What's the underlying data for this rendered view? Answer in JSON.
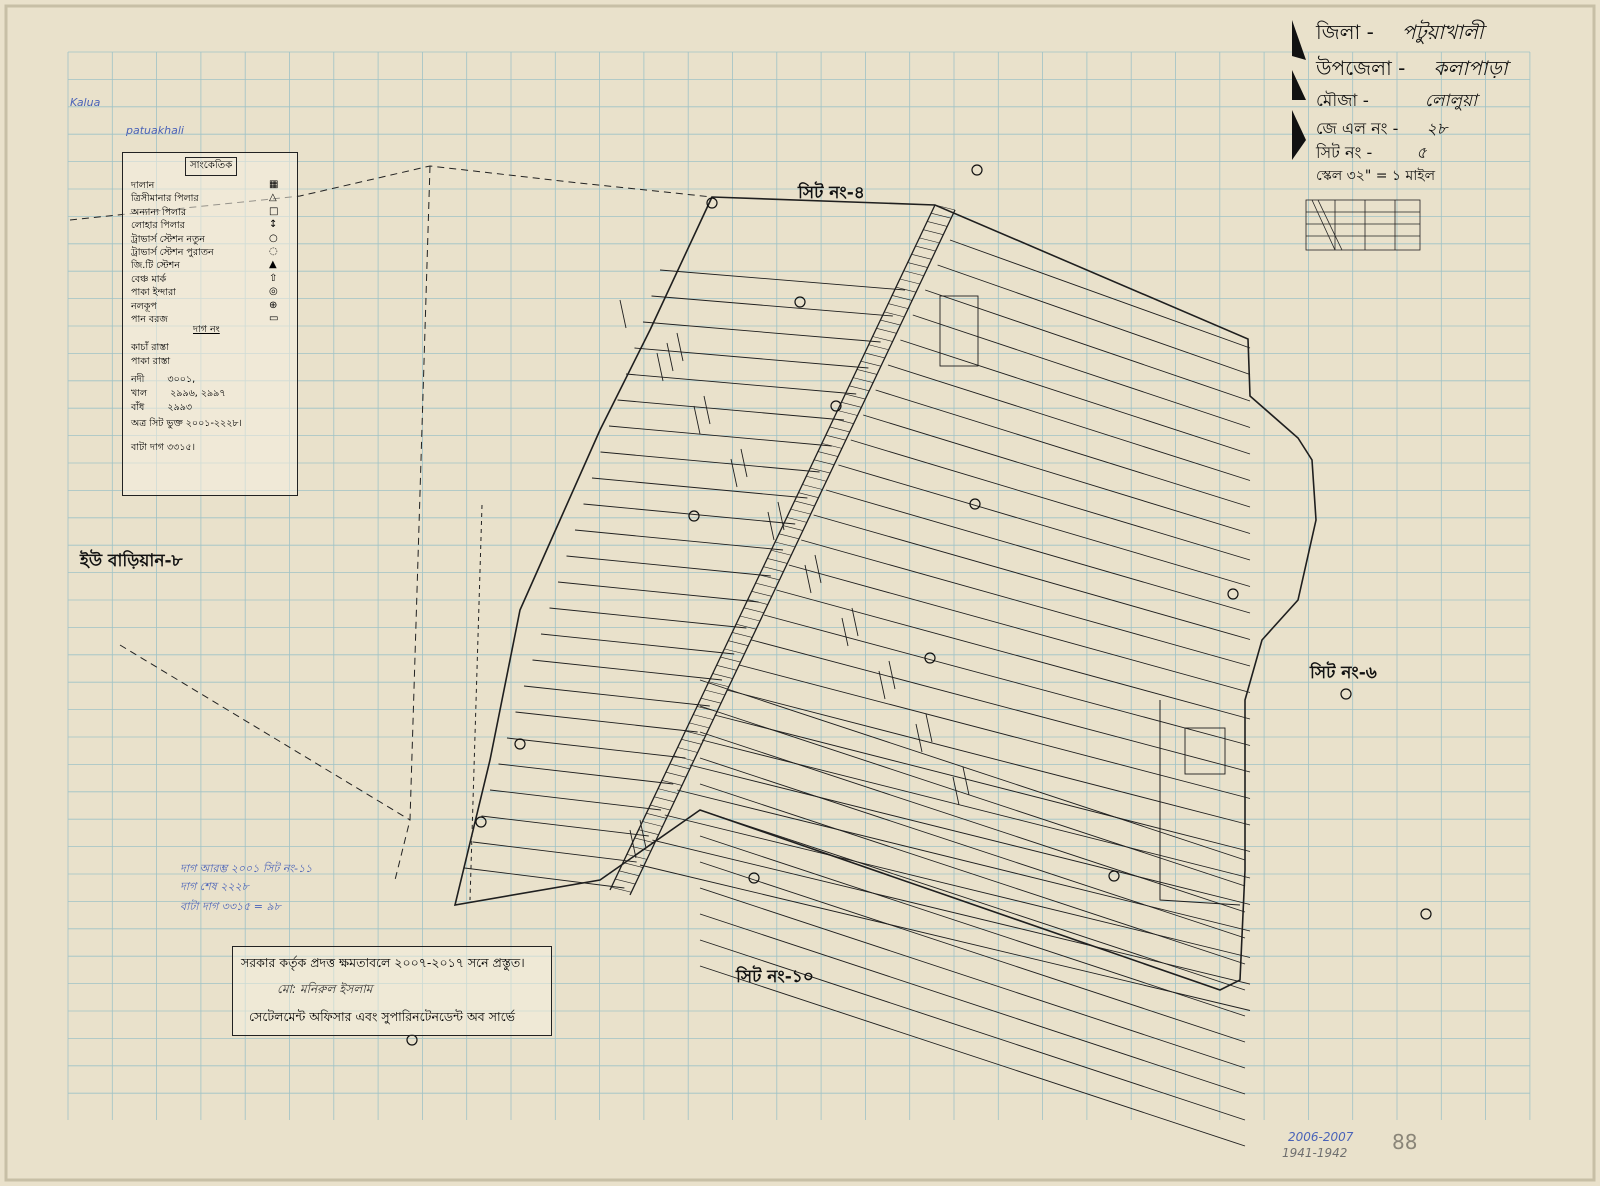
{
  "title_block": {
    "district_label": "জিলা -",
    "district_value": "পটুয়াখালী",
    "upazila_label": "উপজেলা -",
    "upazila_value": "কলাপাড়া",
    "mouza_label": "মৌজা -",
    "mouza_value": "লোলুয়া",
    "jl_label": "জে এল নং -",
    "jl_value": "২৮",
    "sheet_label": "সিট নং -",
    "sheet_value": "৫",
    "scale_text": "স্কেল ৩২\" = ১ মাইল"
  },
  "legend": {
    "header": "সাংকেতিক",
    "items": [
      "দালান",
      "ত্রিসীমানার পিলার",
      "অন্যান্য পিলার",
      "লোহার পিলার",
      "ট্রাভার্স স্টেশন নতুন",
      "ট্রাভার্স স্টেশন পুরাতন",
      "জি.টি স্টেশন",
      "বেঞ্চ মার্ক",
      "পাকা ইন্দারা",
      "নলকূপ",
      "পান বরজ"
    ],
    "symbols": [
      "▦",
      "△",
      "□",
      "↕",
      "○",
      "◌",
      "▲",
      "⇧",
      "◎",
      "⊕",
      "▭"
    ],
    "dag_heading": "দাগ নং",
    "roads_kacha": "কাচাঁ রাস্তা",
    "roads_paka": "পাকা রাস্তা",
    "river": "নদী",
    "river_val": "৩০০১,",
    "canal": "খাল",
    "canal_val": "২৯৯৬, ২৯৯৭",
    "embankment": "বাঁধ",
    "embankment_val": "২৯৯৩",
    "included_sheet": "অত্র সিট ভুক্ত ২০০১-২২২৮।",
    "extra_dag": "বাটা দাগ ৩৩১৫।"
  },
  "adjacent_sheets": {
    "north": "সিট নং-৪",
    "east": "সিট নং-৬",
    "south": "সিট নং-১০",
    "west": "ইউ বাড়িয়ান-৮"
  },
  "certificate": {
    "line1": "সরকার কর্তৃক প্রদত্ত ক্ষমতাবলে ২০০৭-২০১৭ সনে প্রস্তুত।",
    "signature": "মো: মনিরুল ইসলাম",
    "line2": "সেটেলমেন্ট অফিসার এবং সুপারিনটেনডেন্ট অব সার্ভে"
  },
  "corner_notes": {
    "years_top": "2006-2007",
    "years_bottom": "1941-1942",
    "page_no": "88"
  },
  "blue_notes": {
    "top_left": "Kalua",
    "district_note": "patuakhali",
    "stats1": "দাগ আরম্ভ ২০০১  সিট নং-১১",
    "stats2": "দাগ শেষ ২২২৮",
    "stats3": "বাটা দাগ ৩৩১৫ = ৯৮"
  },
  "colors": {
    "paper": "#e9e1cb",
    "grid": "#9fc2c6",
    "ink": "#1a1a1a",
    "blue_pencil": "#4a63b8"
  }
}
